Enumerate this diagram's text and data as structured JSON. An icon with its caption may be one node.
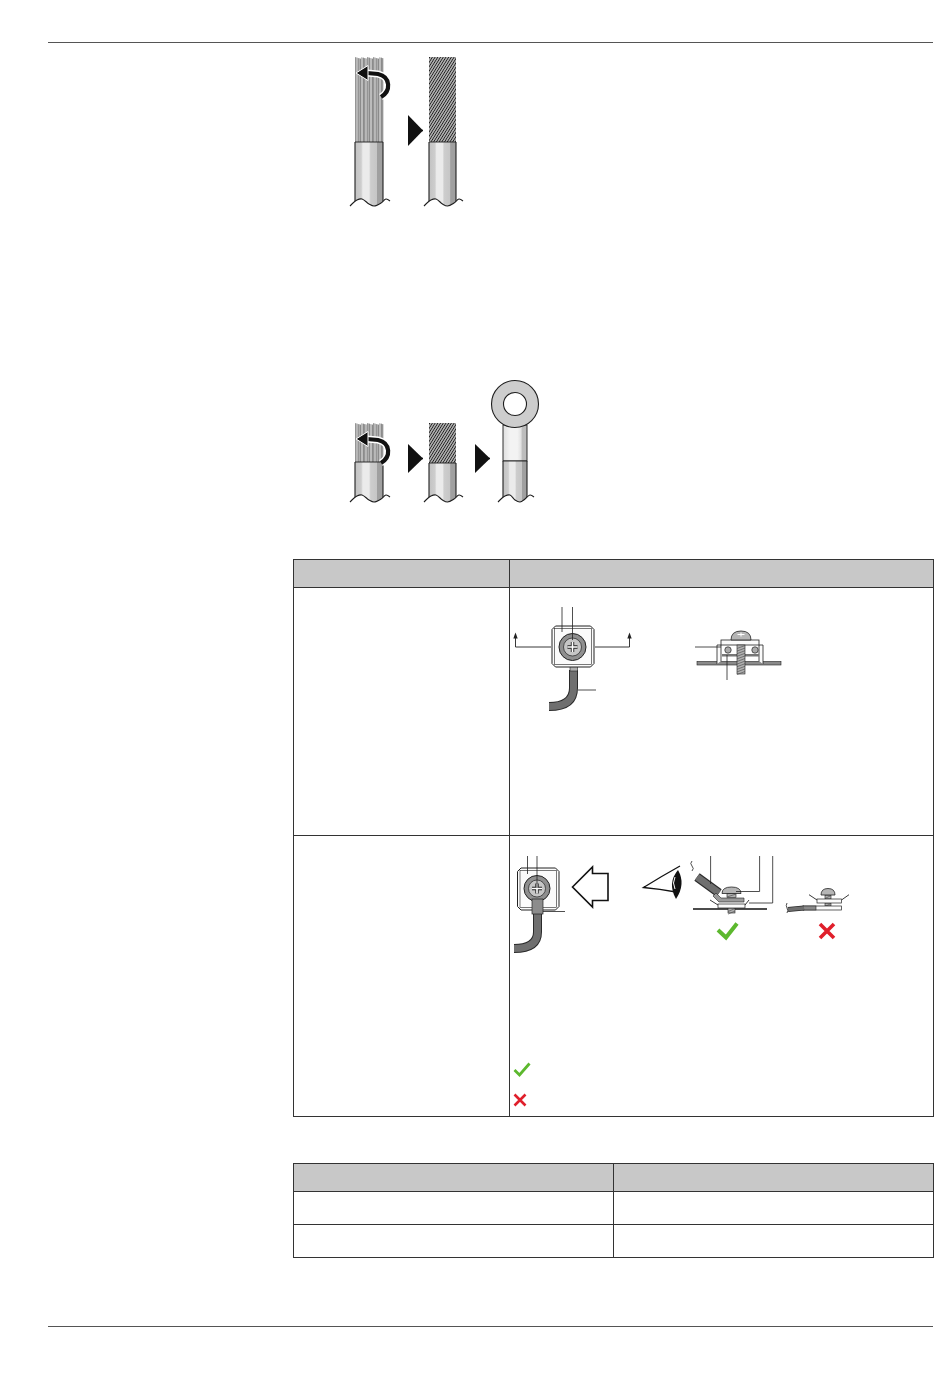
{
  "diagram": {
    "nodes": [
      {
        "text": [],
        "shape": "picture"
      },
      {
        "text": [],
        "shape": "picture"
      },
      {
        "text": [],
        "shape": "picture"
      },
      {
        "text": [],
        "shape": "picture"
      },
      {
        "text": [],
        "shape": "picture"
      }
    ],
    "edges": [
      {
        "from": 0,
        "to": 1,
        "arrow": "to"
      },
      {
        "from": 2,
        "to": 3,
        "arrow": "to"
      },
      {
        "from": 3,
        "to": 4,
        "arrow": "to"
      }
    ]
  }
}
